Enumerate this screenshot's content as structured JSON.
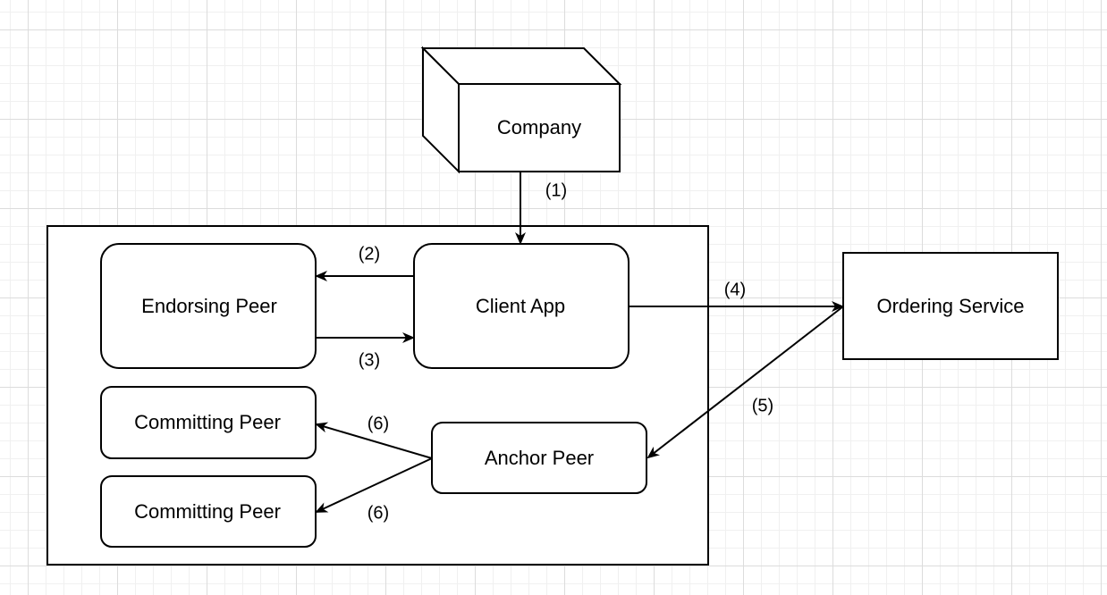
{
  "nodes": {
    "company": "Company",
    "endorsing_peer": "Endorsing Peer",
    "client_app": "Client App",
    "ordering_service": "Ordering Service",
    "committing_peer_1": "Committing Peer",
    "committing_peer_2": "Committing Peer",
    "anchor_peer": "Anchor Peer"
  },
  "edges": {
    "e1": "(1)",
    "e2": "(2)",
    "e3": "(3)",
    "e4": "(4)",
    "e5": "(5)",
    "e6a": "(6)",
    "e6b": "(6)"
  }
}
